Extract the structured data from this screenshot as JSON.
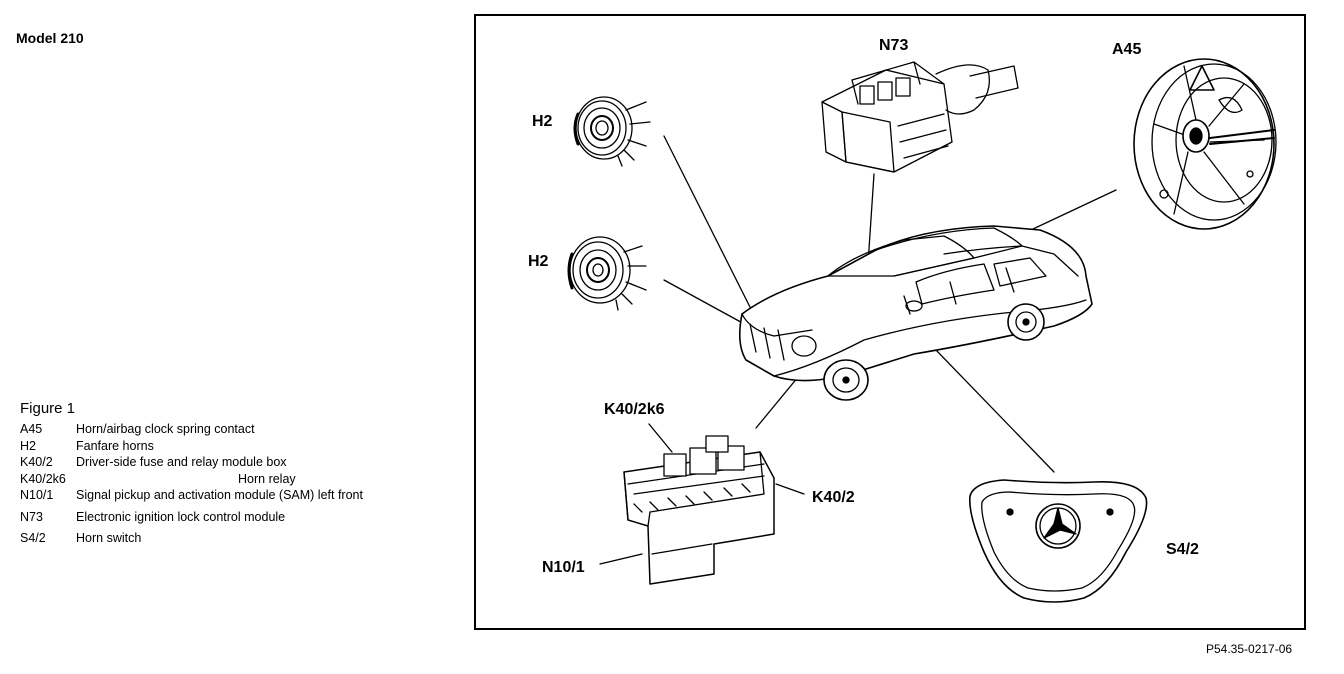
{
  "model_title": "Model 210",
  "figure_title": "Figure 1",
  "legend": [
    {
      "code": "A45",
      "description": "Horn/airbag clock spring contact"
    },
    {
      "code": "H2",
      "description": "Fanfare horns"
    },
    {
      "code": "K40/2",
      "description": "Driver-side fuse and relay module box"
    },
    {
      "code": "K40/2k6",
      "description": "Horn relay"
    },
    {
      "code": "N10/1",
      "description": "Signal pickup and activation module (SAM) left front"
    },
    {
      "code": "N73",
      "description": "Electronic ignition lock control module"
    },
    {
      "code": "S4/2",
      "description": "Horn switch"
    }
  ],
  "diagram_labels": {
    "n73": "N73",
    "a45": "A45",
    "h2_upper": "H2",
    "h2_lower": "H2",
    "k40_2k6": "K40/2k6",
    "k40_2": "K40/2",
    "n10_1": "N10/1",
    "s4_2": "S4/2"
  },
  "figure_reference": "P54.35-0217-06"
}
